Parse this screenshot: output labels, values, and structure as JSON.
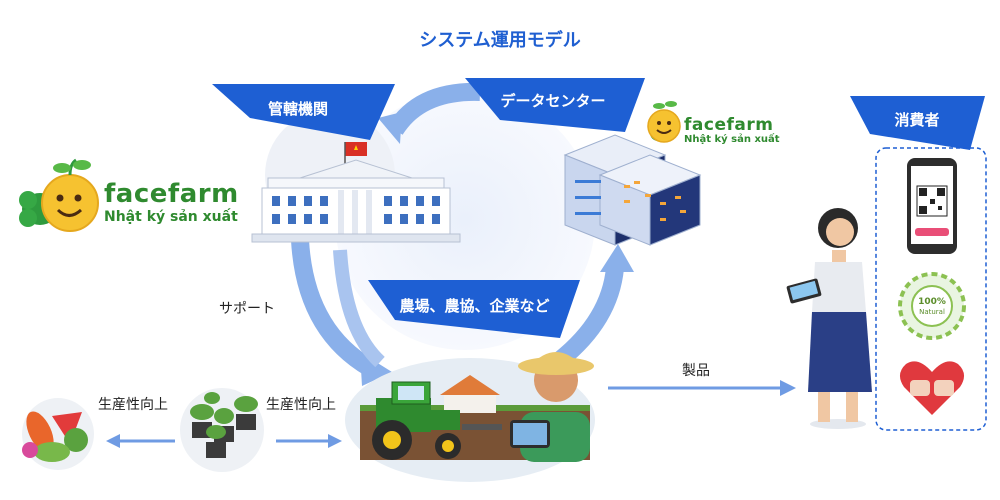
{
  "diagram": {
    "title": "システム運用モデル",
    "nodes": {
      "authority": "管轄機関",
      "datacenter": "データセンター",
      "consumer": "消費者",
      "producers": "農場、農協、企業など"
    },
    "edges": {
      "support": "サポート",
      "growth_left": "生産性向上",
      "growth_right": "生産性向上",
      "product": "製品"
    },
    "logo": {
      "brand": "facefarm",
      "subtitle": "Nhật ký sản xuất"
    },
    "colors": {
      "banner_blue": "#1e5fd3",
      "arrow_blue": "#6f9be3",
      "title_blue": "#1f5fd1",
      "logo_green": "#2f8a2f"
    }
  }
}
